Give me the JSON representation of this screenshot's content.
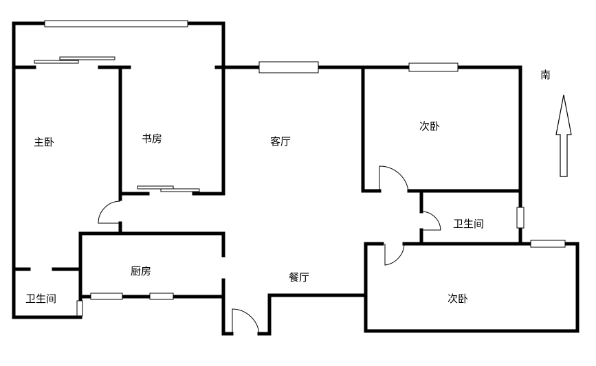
{
  "rooms": {
    "master_bedroom": "主卧",
    "study": "书房",
    "living_room": "客厅",
    "second_bedroom_top": "次卧",
    "bathroom_right": "卫生间",
    "kitchen": "厨房",
    "dining_room": "餐厅",
    "bathroom_left": "卫生间",
    "second_bedroom_bottom": "次卧"
  },
  "compass": {
    "direction_label": "南",
    "icon": "north-arrow-icon"
  },
  "colors": {
    "walls": "#000000",
    "background": "#ffffff"
  }
}
